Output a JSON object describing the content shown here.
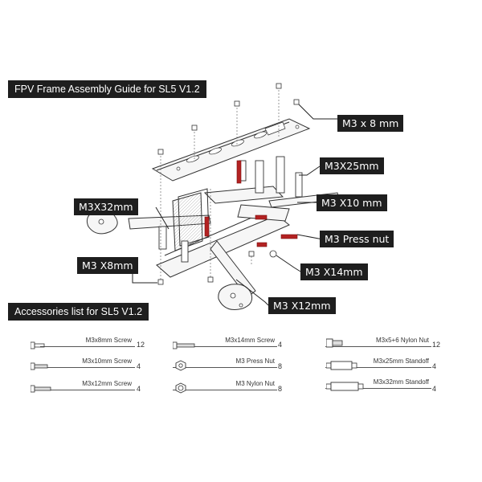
{
  "assembly_title": "FPV Frame Assembly Guide for SL5 V1.2",
  "accessories_title": "Accessories list for SL5 V1.2",
  "callouts": {
    "m3x8_top": "M3 x 8 mm",
    "m3x25": "M3X25mm",
    "m3x32": "M3X32mm",
    "m3x10": "M3 X10 mm",
    "m3_press_nut": "M3 Press nut",
    "m3x8_left": "M3 X8mm",
    "m3x14": "M3 X14mm",
    "m3x12": "M3 X12mm"
  },
  "accessories": [
    {
      "name": "M3x8mm Screw",
      "qty": "12",
      "icon": "short-screw-icon"
    },
    {
      "name": "M3x10mm Screw",
      "qty": "4",
      "icon": "screw-icon"
    },
    {
      "name": "M3x12mm Screw",
      "qty": "4",
      "icon": "long-screw-icon"
    },
    {
      "name": "M3x14mm Screw",
      "qty": "4",
      "icon": "long-screw-icon"
    },
    {
      "name": "M3 Press Nut",
      "qty": "8",
      "icon": "press-nut-icon"
    },
    {
      "name": "M3 Nylon Nut",
      "qty": "8",
      "icon": "nylon-nut-icon"
    },
    {
      "name": "M3x5+6 Nylon Nut",
      "qty": "12",
      "icon": "nylon-spacer-icon"
    },
    {
      "name": "M3x25mm Standoff",
      "qty": "4",
      "icon": "standoff-icon"
    },
    {
      "name": "M3x32mm Standoff",
      "qty": "4",
      "icon": "long-standoff-icon"
    }
  ],
  "colors": {
    "label_bg": "#1e1e1e",
    "line": "#333333",
    "spring": "#b32222",
    "part_fill": "#f2f2f2"
  }
}
